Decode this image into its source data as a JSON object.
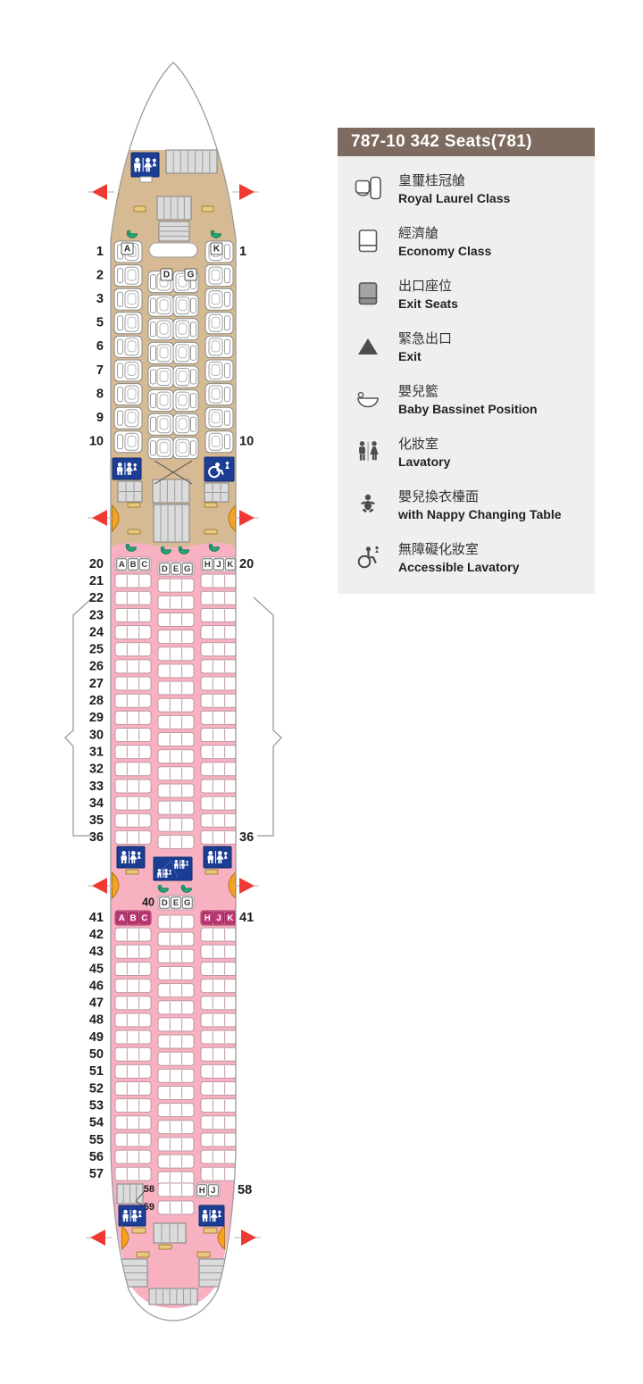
{
  "legend": {
    "title": "787-10 342 Seats(781)",
    "items": [
      {
        "icon": "royal-laurel-seat-icon",
        "zh": "皇璽桂冠艙",
        "en": "Royal Laurel Class"
      },
      {
        "icon": "economy-seat-icon",
        "zh": "經濟艙",
        "en": "Economy Class"
      },
      {
        "icon": "exit-seat-icon",
        "zh": "出口座位",
        "en": "Exit Seats"
      },
      {
        "icon": "exit-triangle-icon",
        "zh": "緊急出口",
        "en": "Exit"
      },
      {
        "icon": "bassinet-icon",
        "zh": "嬰兒籃",
        "en": "Baby Bassinet Position"
      },
      {
        "icon": "lavatory-icon",
        "zh": "化妝室",
        "en": "Lavatory"
      },
      {
        "icon": "nappy-changing-icon",
        "zh": "嬰兒換衣檯面",
        "en": "with Nappy Changing Table"
      },
      {
        "icon": "accessible-lavatory-icon",
        "zh": "無障礙化妝室",
        "en": "Accessible Lavatory"
      }
    ]
  },
  "seatmap": {
    "aircraft": "787-10",
    "business": {
      "class_name": "Royal Laurel Class",
      "rows": [
        1,
        2,
        3,
        5,
        6,
        7,
        8,
        9,
        10
      ],
      "row1_letters": [
        "A",
        "K"
      ],
      "row2_center_letters": [
        "D",
        "G"
      ]
    },
    "economy_front": {
      "rows": [
        20,
        21,
        22,
        23,
        24,
        25,
        26,
        27,
        28,
        29,
        30,
        31,
        32,
        33,
        34,
        35,
        36
      ],
      "header_left": [
        "A",
        "B",
        "C"
      ],
      "header_center": [
        "D",
        "E",
        "G"
      ],
      "header_right": [
        "H",
        "J",
        "K"
      ]
    },
    "economy_rear": {
      "row40_label": "40",
      "row40_letters": [
        "D",
        "E",
        "G"
      ],
      "rows": [
        41,
        42,
        43,
        45,
        46,
        47,
        48,
        49,
        50,
        51,
        52,
        53,
        54,
        55,
        56,
        57
      ],
      "exit_row_left": [
        "A",
        "B",
        "C"
      ],
      "exit_row_right": [
        "H",
        "J",
        "K"
      ]
    },
    "tail": {
      "row58_label": "58",
      "row59_label": "59",
      "row58_right_letters": [
        "H",
        "J"
      ],
      "row58_outer_label": "58"
    }
  },
  "colors": {
    "business_cabin": "#d6ba94",
    "economy_cabin": "#f7b1c1",
    "lavatory_blue": "#1c3d94",
    "exit_arrow_red": "#ee3a33",
    "door_orange": "#f6a21d",
    "bassinet_green": "#26a578",
    "exit_seat_magenta": "#c23a78",
    "exit_seat_light_magenta": "#d4759f",
    "legend_header_brown": "#7c6b5e"
  }
}
